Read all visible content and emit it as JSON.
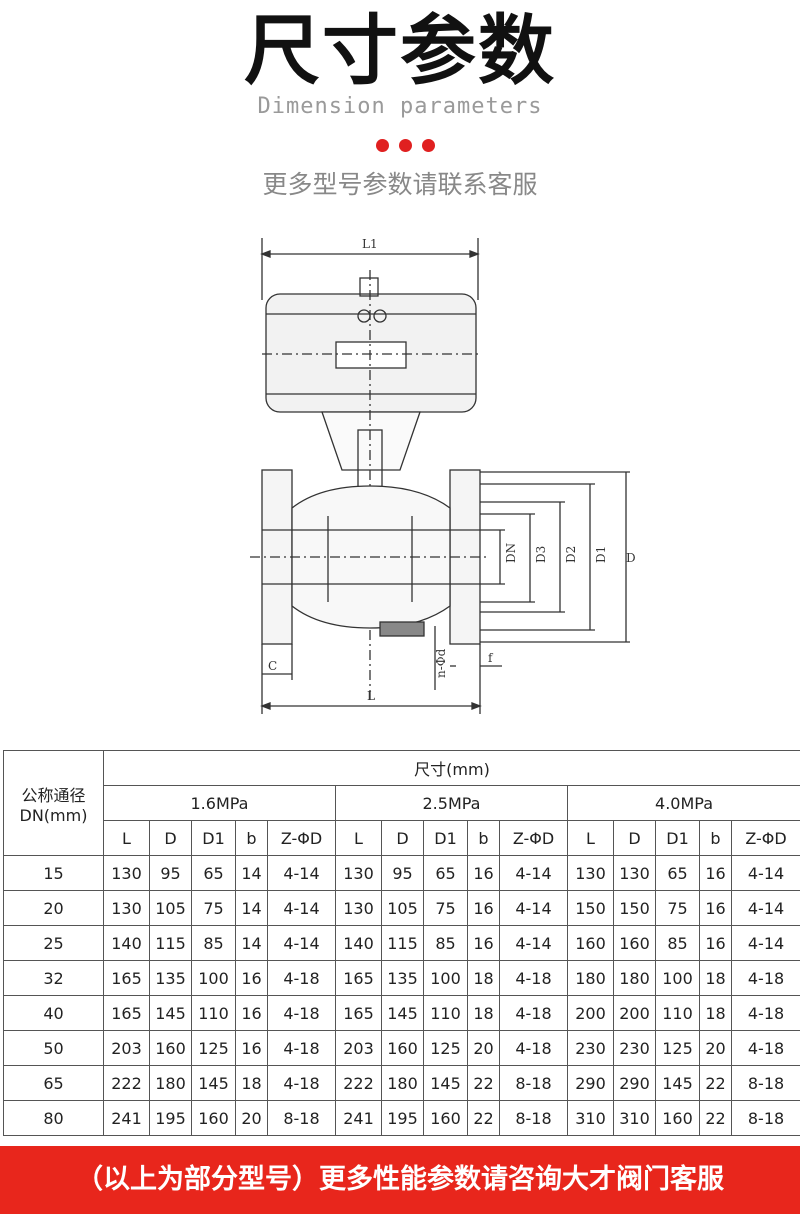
{
  "header": {
    "title": "尺寸参数",
    "subtitle": "Dimension parameters",
    "note": "更多型号参数请联系客服",
    "dot_color": "#e02020"
  },
  "drawing": {
    "labels": {
      "l1": "L1",
      "l": "L",
      "c": "C",
      "f": "f",
      "nd": "n-Φd",
      "dn": "DN",
      "d3": "D3",
      "d2": "D2",
      "d1": "D1",
      "d": "D"
    }
  },
  "table": {
    "dn_header": [
      "公称通径",
      "DN(mm)"
    ],
    "size_header": "尺寸(mm)",
    "pressures": [
      "1.6MPa",
      "2.5MPa",
      "4.0MPa"
    ],
    "columns": [
      "L",
      "D",
      "D1",
      "b",
      "Z-ΦD"
    ],
    "rows": [
      {
        "dn": "15",
        "p16": [
          "130",
          "95",
          "65",
          "14",
          "4-14"
        ],
        "p25": [
          "130",
          "95",
          "65",
          "16",
          "4-14"
        ],
        "p40": [
          "130",
          "130",
          "65",
          "16",
          "4-14"
        ]
      },
      {
        "dn": "20",
        "p16": [
          "130",
          "105",
          "75",
          "14",
          "4-14"
        ],
        "p25": [
          "130",
          "105",
          "75",
          "16",
          "4-14"
        ],
        "p40": [
          "150",
          "150",
          "75",
          "16",
          "4-14"
        ]
      },
      {
        "dn": "25",
        "p16": [
          "140",
          "115",
          "85",
          "14",
          "4-14"
        ],
        "p25": [
          "140",
          "115",
          "85",
          "16",
          "4-14"
        ],
        "p40": [
          "160",
          "160",
          "85",
          "16",
          "4-14"
        ]
      },
      {
        "dn": "32",
        "p16": [
          "165",
          "135",
          "100",
          "16",
          "4-18"
        ],
        "p25": [
          "165",
          "135",
          "100",
          "18",
          "4-18"
        ],
        "p40": [
          "180",
          "180",
          "100",
          "18",
          "4-18"
        ]
      },
      {
        "dn": "40",
        "p16": [
          "165",
          "145",
          "110",
          "16",
          "4-18"
        ],
        "p25": [
          "165",
          "145",
          "110",
          "18",
          "4-18"
        ],
        "p40": [
          "200",
          "200",
          "110",
          "18",
          "4-18"
        ]
      },
      {
        "dn": "50",
        "p16": [
          "203",
          "160",
          "125",
          "16",
          "4-18"
        ],
        "p25": [
          "203",
          "160",
          "125",
          "20",
          "4-18"
        ],
        "p40": [
          "230",
          "230",
          "125",
          "20",
          "4-18"
        ]
      },
      {
        "dn": "65",
        "p16": [
          "222",
          "180",
          "145",
          "18",
          "4-18"
        ],
        "p25": [
          "222",
          "180",
          "145",
          "22",
          "8-18"
        ],
        "p40": [
          "290",
          "290",
          "145",
          "22",
          "8-18"
        ]
      },
      {
        "dn": "80",
        "p16": [
          "241",
          "195",
          "160",
          "20",
          "8-18"
        ],
        "p25": [
          "241",
          "195",
          "160",
          "22",
          "8-18"
        ],
        "p40": [
          "310",
          "310",
          "160",
          "22",
          "8-18"
        ]
      }
    ]
  },
  "footer": {
    "text": "（以上为部分型号）更多性能参数请咨询大才阀门客服",
    "bar_color": "#e8261c"
  }
}
